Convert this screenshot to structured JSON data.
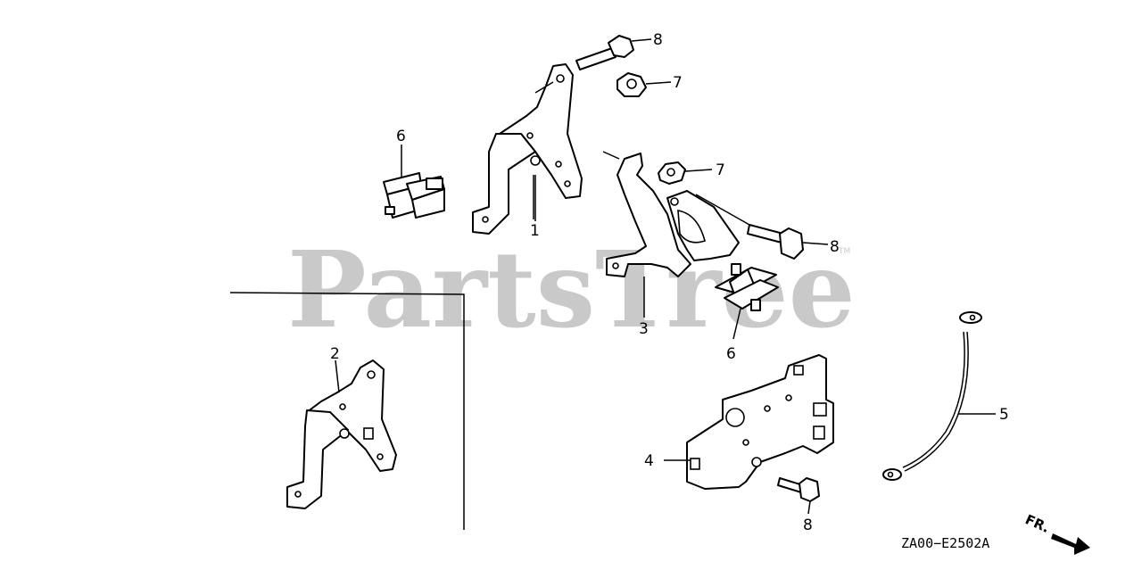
{
  "diagram": {
    "watermark": "PartsTree",
    "watermark_mark": "TM",
    "callouts": {
      "c1": "1",
      "c2": "2",
      "c3": "3",
      "c4": "4",
      "c5": "5",
      "c6a": "6",
      "c6b": "6",
      "c7a": "7",
      "c7b": "7",
      "c8a": "8",
      "c8b": "8",
      "c8c": "8"
    },
    "direction_label": "FR.",
    "drawing_code": "ZA00−E2502A",
    "line_color": "#000000",
    "watermark_color": "#c9c9c9"
  }
}
